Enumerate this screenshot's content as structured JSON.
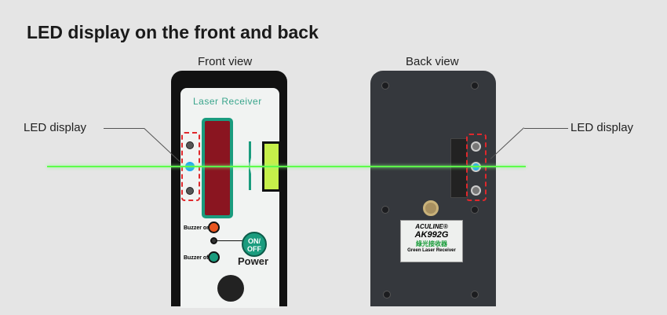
{
  "title": "LED display on the front and back",
  "front": {
    "caption": "Front view",
    "brand": "Laser Receiver",
    "buzzer_on": "Buzzer on",
    "buzzer_off": "Buzzer off",
    "button": "ON/\nOFF",
    "power": "Power"
  },
  "back": {
    "caption": "Back view",
    "label_brand": "ACULINE®",
    "label_model": "AK992G",
    "label_chinese": "綠光接收器",
    "label_sub": "Green Laser Receiver"
  },
  "left_label": "LED display",
  "right_label": "LED display",
  "colors": {
    "laser": "#5dfc4a",
    "highlight": "#e0282c",
    "led_active": "#1ea7f2",
    "teal": "#1a9c7e"
  }
}
